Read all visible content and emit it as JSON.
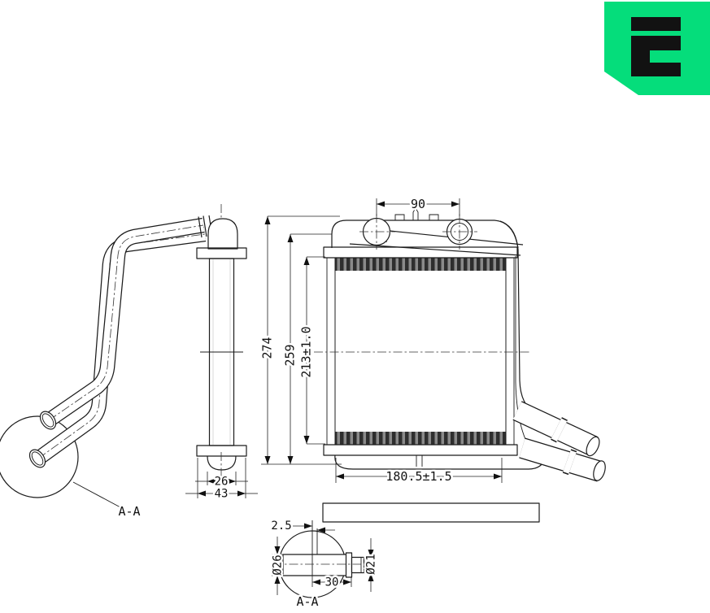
{
  "colors": {
    "background": "#ffffff",
    "ink": "#1c1c1c",
    "logo_green": "#05dd7b",
    "logo_ink": "#121212"
  },
  "front_view": {
    "dim_port_spacing": "90",
    "dim_overall_height": "274",
    "dim_height_with_headers": "259",
    "dim_core_height": "213±1.0",
    "dim_core_width": "180.5±1.5"
  },
  "side_view": {
    "section_label": "A-A",
    "dim_tank_width": "26",
    "dim_flange_width": "43"
  },
  "section_view": {
    "label": "A-A",
    "dim_offset": "2.5",
    "dim_pipe_outer": "Ø26",
    "dim_pipe_inner": "Ø21",
    "dim_stub_length": "30"
  }
}
